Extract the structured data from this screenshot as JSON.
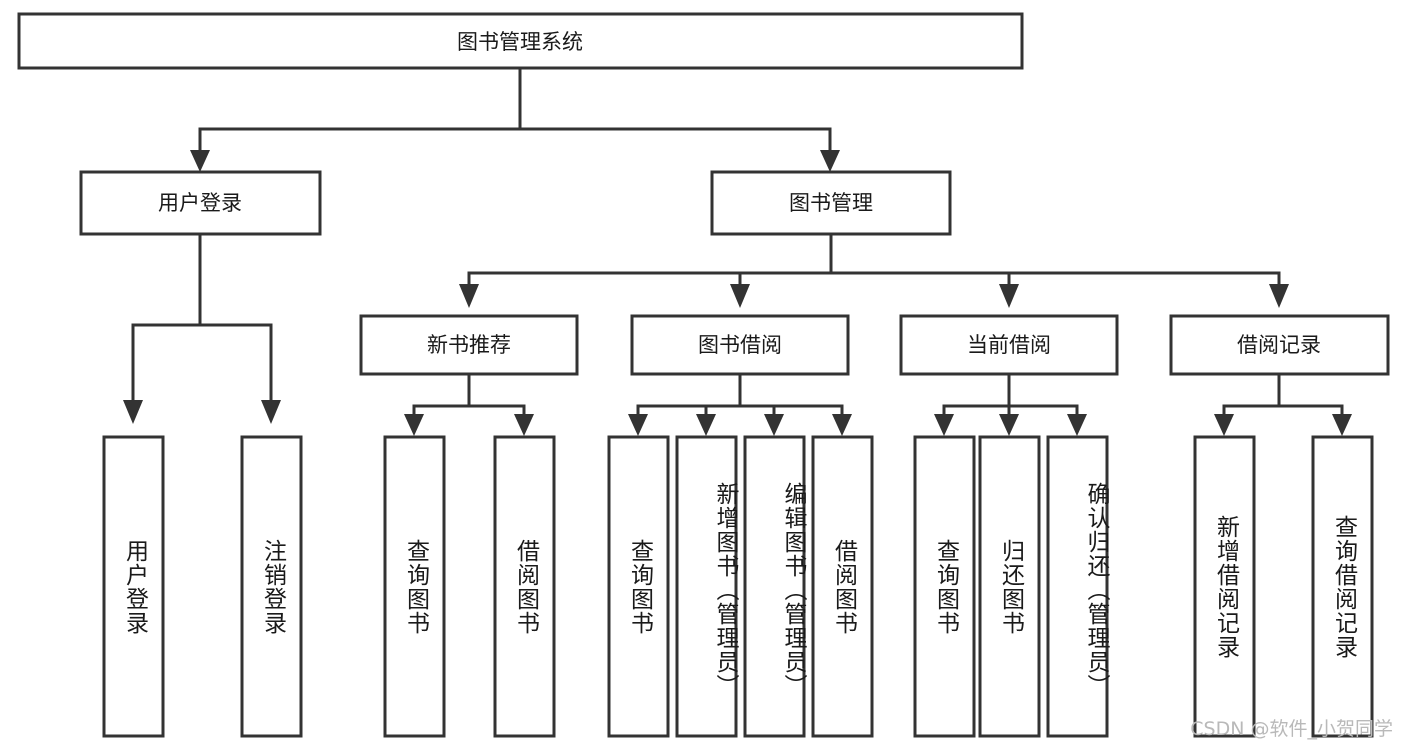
{
  "diagram": {
    "title": "图书管理系统",
    "type": "tree",
    "watermark": "CSDN @软件_小贺同学",
    "colors": {
      "stroke": "#333333",
      "fill": "#ffffff",
      "text": "#1a1a1a",
      "watermark": "#b9b9b9",
      "background": "#ffffff"
    },
    "levels": {
      "root": {
        "label": "图书管理系统"
      },
      "level2": [
        {
          "label": "用户登录"
        },
        {
          "label": "图书管理"
        }
      ],
      "level3": [
        {
          "label": "新书推荐"
        },
        {
          "label": "图书借阅"
        },
        {
          "label": "当前借阅"
        },
        {
          "label": "借阅记录"
        }
      ],
      "leaves": {
        "user_login": [
          {
            "label": "用户登录"
          },
          {
            "label": "注销登录"
          }
        ],
        "new_book_recommend": [
          {
            "label": "查询图书"
          },
          {
            "label": "借阅图书"
          }
        ],
        "book_borrow": [
          {
            "label": "查询图书"
          },
          {
            "label": "新增图书（管理员）"
          },
          {
            "label": "编辑图书（管理员）"
          },
          {
            "label": "借阅图书"
          }
        ],
        "current_borrow": [
          {
            "label": "查询图书"
          },
          {
            "label": "归还图书"
          },
          {
            "label": "确认归还（管理员）"
          }
        ],
        "borrow_record": [
          {
            "label": "新增借阅记录"
          },
          {
            "label": "查询借阅记录"
          }
        ]
      }
    }
  }
}
